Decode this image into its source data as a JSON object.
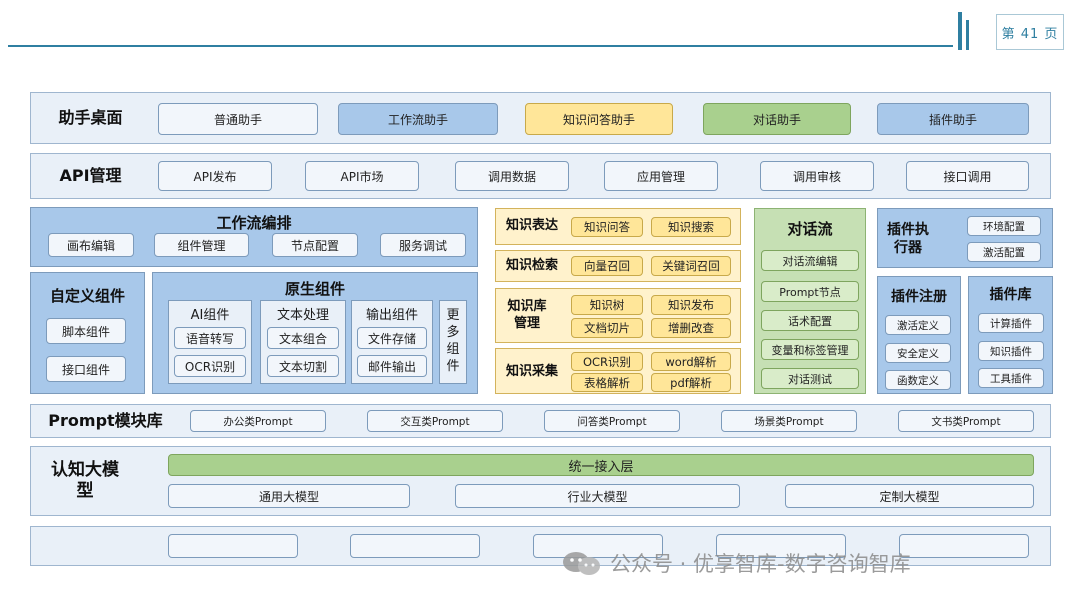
{
  "page_number": "第 41 页",
  "rows": {
    "assistant": {
      "label": "助手桌面",
      "items": [
        "普通助手",
        "工作流助手",
        "知识问答助手",
        "对话助手",
        "插件助手"
      ]
    },
    "api": {
      "label": "API管理",
      "items": [
        "API发布",
        "API市场",
        "调用数据",
        "应用管理",
        "调用审核",
        "接口调用"
      ]
    },
    "workflow": {
      "title": "工作流编排",
      "items": [
        "画布编辑",
        "组件管理",
        "节点配置",
        "服务调试"
      ]
    },
    "custom": {
      "title": "自定义组件",
      "items": [
        "脚本组件",
        "接口组件"
      ]
    },
    "native": {
      "title": "原生组件",
      "groups": [
        {
          "title": "AI组件",
          "items": [
            "语音转写",
            "OCR识别"
          ]
        },
        {
          "title": "文本处理",
          "items": [
            "文本组合",
            "文本切割"
          ]
        },
        {
          "title": "输出组件",
          "items": [
            "文件存储",
            "邮件输出"
          ]
        }
      ],
      "more": "更多组件"
    },
    "knowledge": [
      {
        "title": "知识表达",
        "items": [
          "知识问答",
          "知识搜索"
        ]
      },
      {
        "title": "知识检索",
        "items": [
          "向量召回",
          "关键词召回"
        ]
      },
      {
        "title": "知识库管理",
        "items": [
          "知识树",
          "知识发布",
          "文档切片",
          "增删改查"
        ]
      },
      {
        "title": "知识采集",
        "items": [
          "OCR识别",
          "word解析",
          "表格解析",
          "pdf解析"
        ]
      }
    ],
    "dialog": {
      "title": "对话流",
      "items": [
        "对话流编辑",
        "Prompt节点",
        "话术配置",
        "变量和标签管理",
        "对话测试"
      ]
    },
    "plugin_exec": {
      "title": "插件执行器",
      "items": [
        "环境配置",
        "激活配置"
      ]
    },
    "plugin_reg": {
      "title": "插件注册",
      "items": [
        "激活定义",
        "安全定义",
        "函数定义"
      ]
    },
    "plugin_lib": {
      "title": "插件库",
      "items": [
        "计算插件",
        "知识插件",
        "工具插件"
      ]
    },
    "prompt": {
      "label": "Prompt模块库",
      "items": [
        "办公类Prompt",
        "交互类Prompt",
        "问答类Prompt",
        "场景类Prompt",
        "文书类Prompt"
      ]
    },
    "model": {
      "label": "认知大模型",
      "access": "统一接入层",
      "items": [
        "通用大模型",
        "行业大模型",
        "定制大模型"
      ]
    }
  },
  "watermark": "公众号 · 优享智库-数字咨询智库",
  "colors": {
    "blue": "#a8c8ea",
    "yellow": "#ffe699",
    "green": "#a9d08e",
    "accent": "#2f7fa1"
  }
}
